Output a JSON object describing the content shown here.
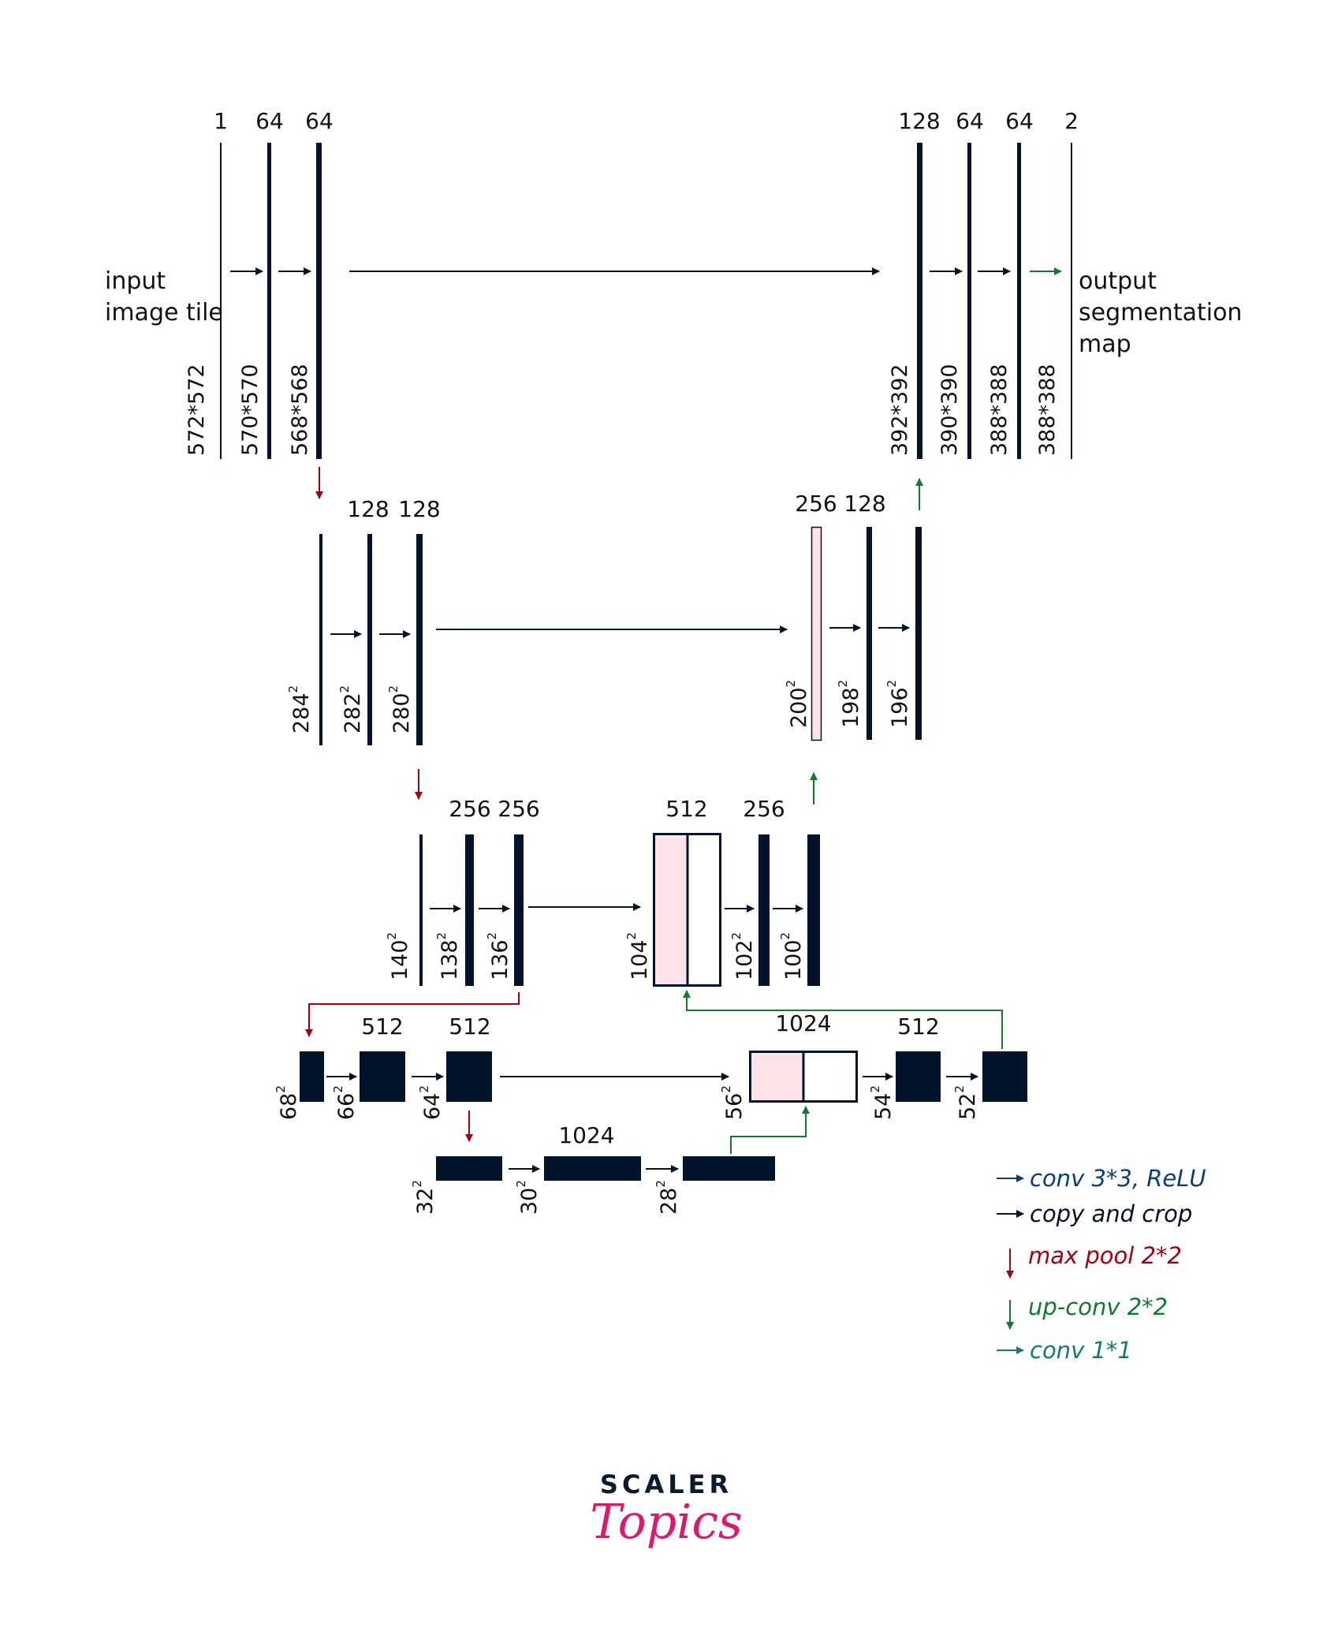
{
  "title": "U-Net architecture",
  "colors": {
    "feature_map": "#03132b",
    "copied_map_fill": "#fde3e8",
    "conv3x3": "#0a3d7a",
    "copy_crop": "#03132b",
    "maxpool": "#a30010",
    "upconv": "#127a2e",
    "conv1x1": "#127a78",
    "logo_pink": "#e0186c"
  },
  "labels": {
    "input": [
      "input",
      "image tile"
    ],
    "output": [
      "output",
      "segmentation",
      "map"
    ]
  },
  "levels": {
    "level1_encoder": {
      "channels": [
        "1",
        "64",
        "64"
      ],
      "sizes": [
        "572*572",
        "570*570",
        "568*568"
      ]
    },
    "level1_decoder": {
      "channels": [
        "128",
        "64",
        "64",
        "2"
      ],
      "sizes": [
        "392*392",
        "390*390",
        "388*388",
        "388*388"
      ]
    },
    "level2_encoder": {
      "channels": [
        "128",
        "128"
      ],
      "sizes": [
        "284",
        "282",
        "280"
      ]
    },
    "level2_decoder": {
      "channels": [
        "256",
        "128"
      ],
      "sizes": [
        "200",
        "198",
        "196"
      ]
    },
    "level3_encoder": {
      "channels": [
        "256",
        "256"
      ],
      "sizes": [
        "140",
        "138",
        "136"
      ]
    },
    "level3_decoder": {
      "channels": [
        "512",
        "256"
      ],
      "sizes": [
        "104",
        "102",
        "100"
      ]
    },
    "level4_encoder": {
      "channels": [
        "512",
        "512"
      ],
      "sizes": [
        "68",
        "66",
        "64"
      ]
    },
    "level4_decoder": {
      "channels": [
        "1024",
        "512"
      ],
      "sizes": [
        "56",
        "54",
        "52"
      ]
    },
    "bottleneck": {
      "channels": [
        "1024"
      ],
      "sizes": [
        "32",
        "30",
        "28"
      ]
    }
  },
  "superscript": "2",
  "legend": [
    {
      "label": "conv 3*3, ReLU",
      "icon": "arrow-right-icon",
      "color": "#0a3d7a"
    },
    {
      "label": "copy and crop",
      "icon": "arrow-right-icon",
      "color": "#03132b"
    },
    {
      "label": "max pool 2*2",
      "icon": "arrow-down-icon",
      "color": "#a30010"
    },
    {
      "label": "up-conv 2*2",
      "icon": "arrow-down-icon",
      "color": "#127a2e"
    },
    {
      "label": "conv 1*1",
      "icon": "arrow-right-icon",
      "color": "#127a78"
    }
  ],
  "logo": {
    "line1": "SCALER",
    "line2": "Topics"
  }
}
